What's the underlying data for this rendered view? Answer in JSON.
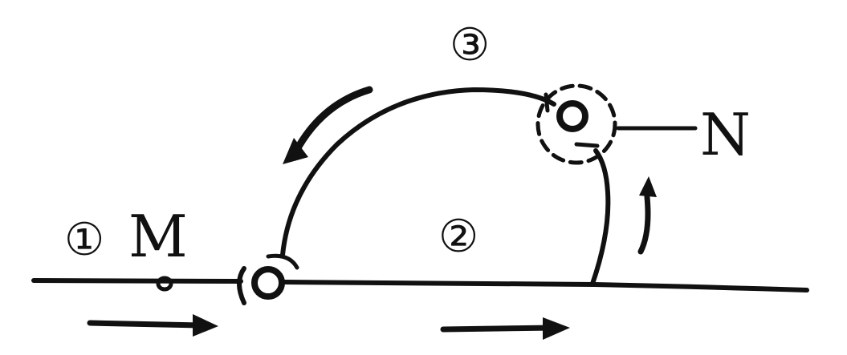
{
  "labels": {
    "road_1": "①",
    "road_2": "②",
    "road_3": "③",
    "point_m": "M",
    "point_n": "N"
  },
  "colors": {
    "ink": "#111111",
    "background": "#ffffff"
  }
}
